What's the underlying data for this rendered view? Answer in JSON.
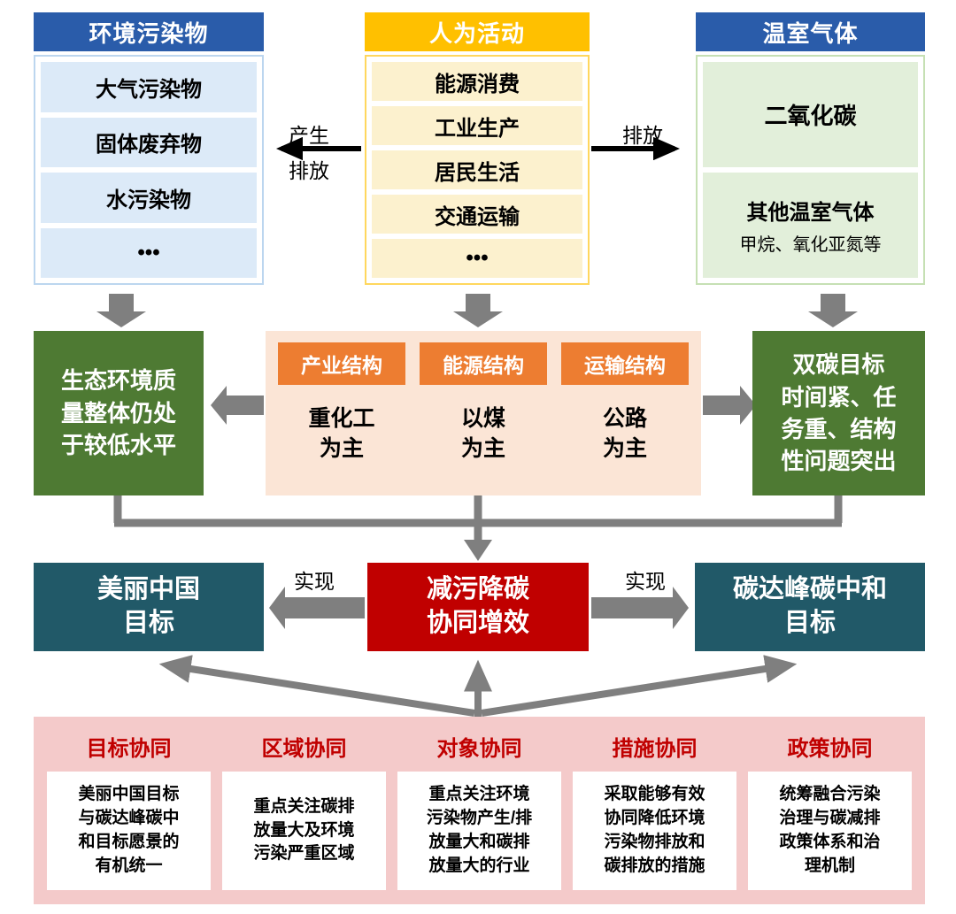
{
  "top": {
    "pollutants": {
      "title": "环境污染物",
      "items": [
        "大气污染物",
        "固体废弃物",
        "水污染物",
        "•••"
      ]
    },
    "activities": {
      "title": "人为活动",
      "items": [
        "能源消费",
        "工业生产",
        "居民生活",
        "交通运输",
        "•••"
      ]
    },
    "ghg": {
      "title": "温室气体",
      "co2": "二氧化碳",
      "other": "其他温室气体",
      "other_sub": "甲烷、氧化亚氮等"
    },
    "labels": {
      "produce": "产生",
      "emit_left": "排放",
      "emit_right": "排放"
    }
  },
  "middle": {
    "eco_status": "生态环境质\n量整体仍处\n于较低水平",
    "structures": [
      {
        "header": "产业结构",
        "body": "重化工\n为主"
      },
      {
        "header": "能源结构",
        "body": "以煤\n为主"
      },
      {
        "header": "运输结构",
        "body": "公路\n为主"
      }
    ],
    "carbon_status": "双碳目标\n时间紧、任\n务重、结构\n性问题突出"
  },
  "goals": {
    "beautiful_china": "美丽中国\n目标",
    "synergy_core": "减污降碳\n协同增效",
    "carbon_goals": "碳达峰碳中和\n目标",
    "achieve_left": "实现",
    "achieve_right": "实现"
  },
  "synergies": [
    {
      "title": "目标协同",
      "body": "美丽中国目标\n与碳达峰碳中\n和目标愿景的\n有机统一"
    },
    {
      "title": "区域协同",
      "body": "重点关注碳排\n放量大及环境\n污染严重区域"
    },
    {
      "title": "对象协同",
      "body": "重点关注环境\n污染物产生/排\n放量大和碳排\n放量大的行业"
    },
    {
      "title": "措施协同",
      "body": "采取能够有效\n协同降低环境\n污染物排放和\n碳排放的措施"
    },
    {
      "title": "政策协同",
      "body": "统筹融合污染\n治理与碳减排\n政策体系和治\n理机制"
    }
  ],
  "colors": {
    "blue": "#2A5CAA",
    "gold": "#FFC000",
    "green": "#4E7A33",
    "orange": "#ED7D31",
    "teal": "#215968",
    "red": "#C00000",
    "pink": "#F4CACA",
    "gray_arrow": "#7F7F7F"
  }
}
